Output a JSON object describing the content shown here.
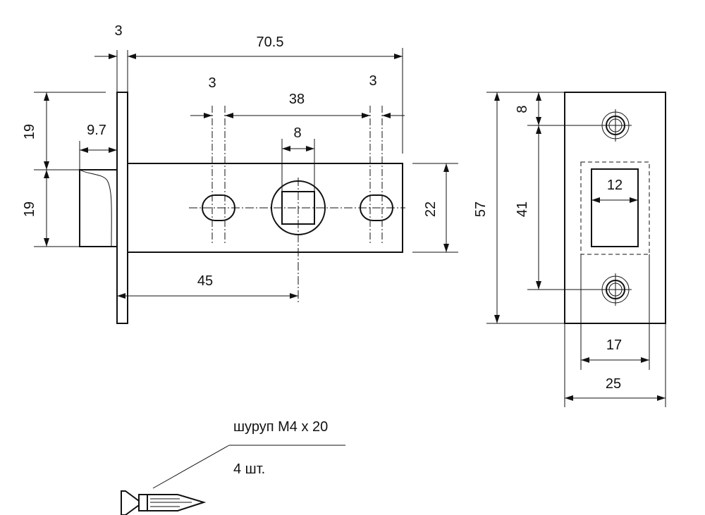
{
  "dimensions": {
    "plate_thickness": "3",
    "overall_length": "70.5",
    "slot_left_width": "3",
    "slot_spacing": "38",
    "slot_right_width": "3",
    "square_size": "8",
    "upper_height": "19",
    "lower_height": "19",
    "latch_projection": "9.7",
    "body_height": "22",
    "backset": "45",
    "strike_top_offset": "8",
    "strike_hole_spacing": "41",
    "strike_height": "57",
    "strike_opening": "12",
    "strike_inner_width": "17",
    "strike_width": "25"
  },
  "screw": {
    "spec": "шуруп М4 х 20",
    "quantity": "4 шт."
  }
}
